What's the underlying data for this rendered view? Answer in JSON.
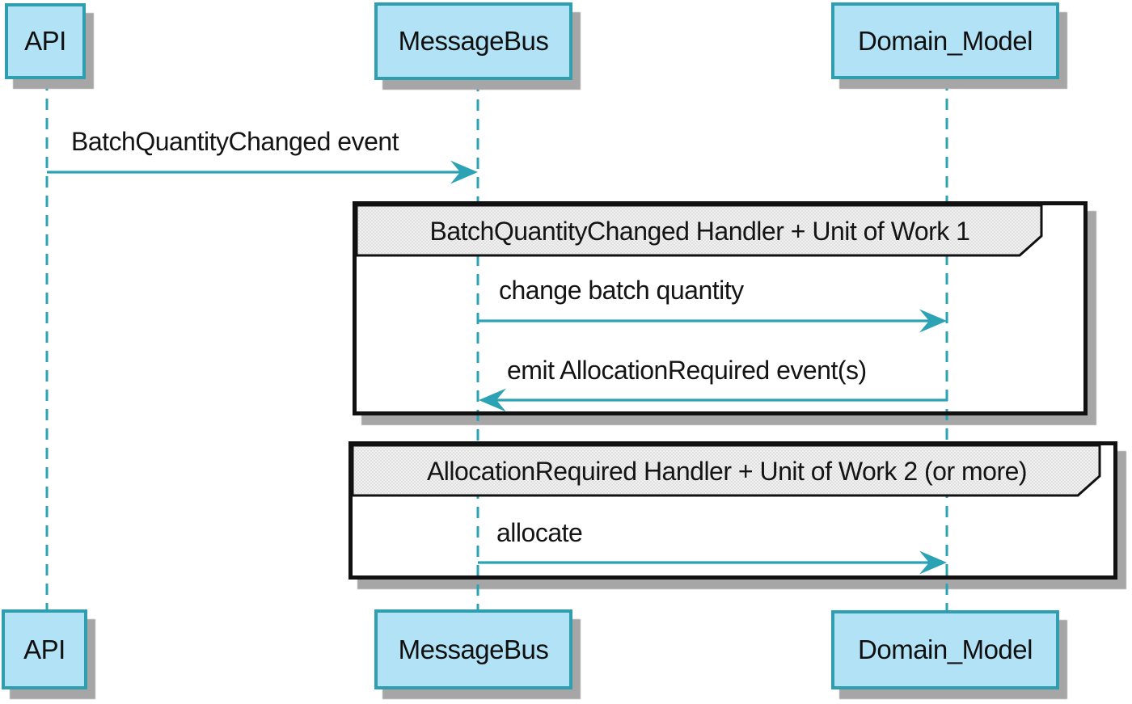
{
  "diagram": {
    "type": "sequence-diagram",
    "participants": [
      {
        "name": "API"
      },
      {
        "name": "MessageBus"
      },
      {
        "name": "Domain_Model"
      }
    ],
    "messages": [
      {
        "from": "API",
        "to": "MessageBus",
        "label": "BatchQuantityChanged event"
      },
      {
        "from": "MessageBus",
        "to": "Domain_Model",
        "label": "change batch quantity"
      },
      {
        "from": "Domain_Model",
        "to": "MessageBus",
        "label": "emit AllocationRequired event(s)"
      },
      {
        "from": "MessageBus",
        "to": "Domain_Model",
        "label": "allocate"
      }
    ],
    "frames": [
      {
        "title": "BatchQuantityChanged Handler + Unit of Work 1",
        "contains_messages": [
          1,
          2
        ]
      },
      {
        "title": "AllocationRequired Handler + Unit of Work 2 (or more)",
        "contains_messages": [
          3
        ]
      }
    ]
  },
  "colors": {
    "participant_fill": "#b2e2f5",
    "participant_border": "#2f9fb0",
    "line_teal": "#2ba3b4",
    "frame_border": "#111111",
    "frame_header_fill": "#f1f1f1",
    "shadow": "#a6a6a6",
    "text": "#141414",
    "background": "#ffffff"
  }
}
